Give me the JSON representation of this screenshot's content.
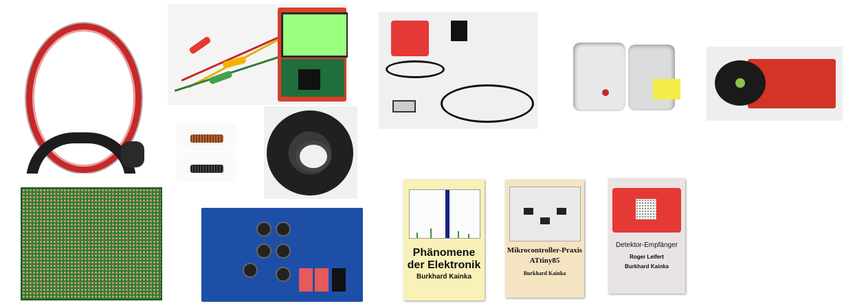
{
  "books": [
    {
      "title_line1": "Phänomene",
      "title_line2": "der Elektronik",
      "author": "Burkhard Kainka"
    },
    {
      "title_line1": "Mikrocontroller-Praxis",
      "title_line2": "ATtiny85",
      "author": "Burkhard Kainka"
    },
    {
      "title_line1": "Detektor-Empfänger",
      "coauthor": "Roger Leifert",
      "author": "Burkhard Kainka"
    }
  ],
  "colors": {
    "pcb_red": "#d43428",
    "pcb_green": "#2e7d32",
    "pcb_blue": "#1e4fa8",
    "lcd_green": "#9bff7f",
    "book1_cover": "#f8f2b8",
    "book2_cover": "#f4e4c2",
    "book3_cover": "#eae3e3"
  }
}
